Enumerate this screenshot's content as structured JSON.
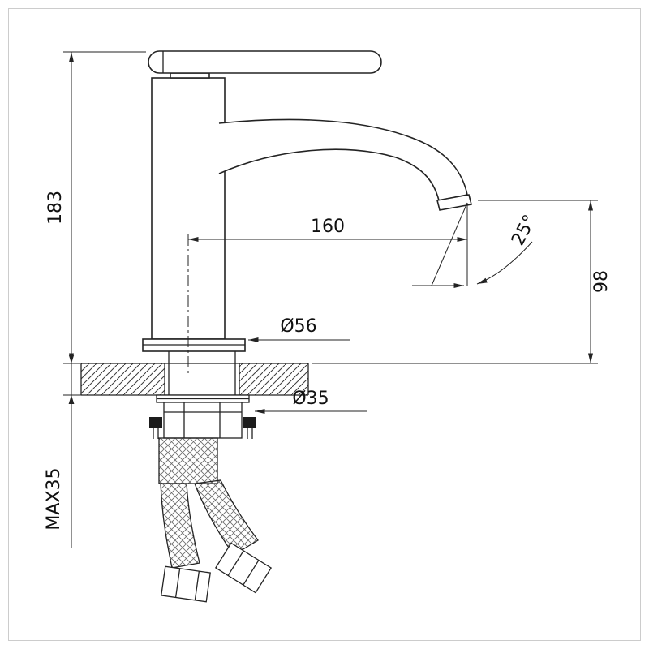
{
  "drawing": {
    "type": "technical-dimension-drawing",
    "subject": "single-handle basin faucet side elevation with deck section and supply hoses",
    "background_color": "#ffffff",
    "line_color": "#232323",
    "border_color": "#cccccc",
    "dimensions": {
      "overall_height": "183",
      "max_deck_thickness": "MAX35",
      "spout_reach": "160",
      "spout_angle": "25°",
      "spout_outlet_height": "98",
      "base_diameter": "Ø56",
      "mounting_hole_diameter": "Ø35"
    }
  }
}
